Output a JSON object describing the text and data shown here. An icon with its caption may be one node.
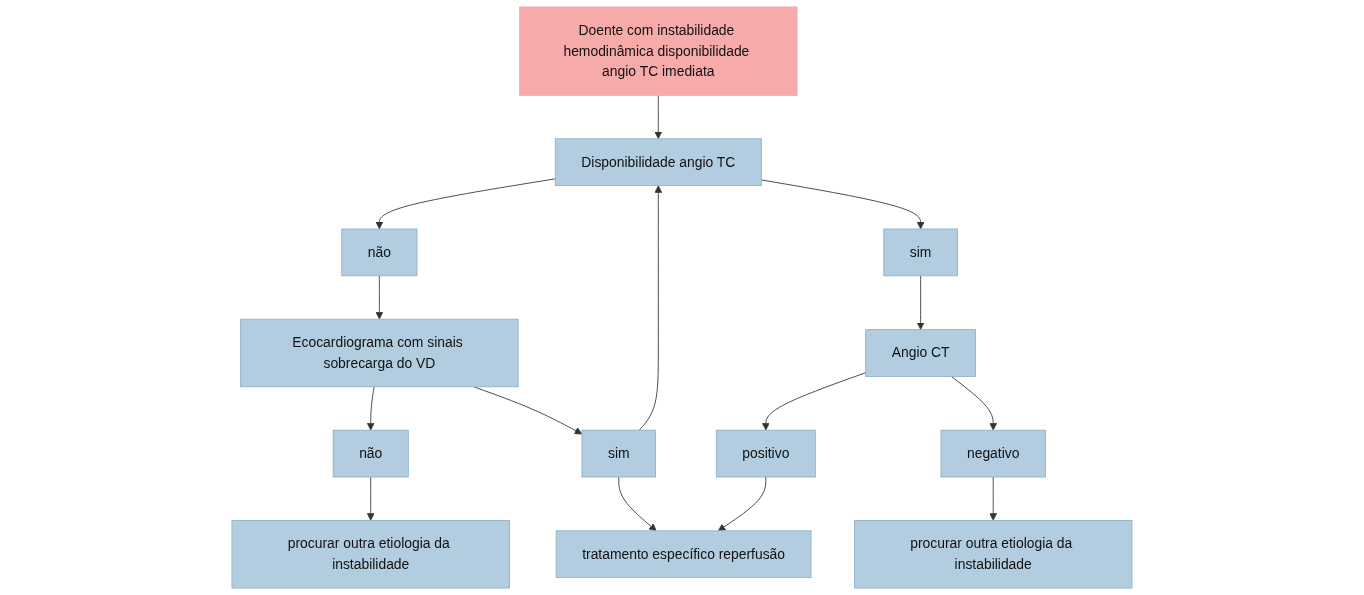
{
  "diagram": {
    "nodes": [
      {
        "text": [
          "Doente com instabilidade hemodinâmica disponibilidade angio TC imediata"
        ]
      },
      {
        "text": [
          "Disponibilidade angio TC"
        ]
      },
      {
        "text": [
          "não"
        ]
      },
      {
        "text": [
          "sim"
        ]
      },
      {
        "text": [
          "Ecocardiograma com sinais sobrecarga do VD"
        ]
      },
      {
        "text": [
          "Angio CT"
        ]
      },
      {
        "text": [
          "não"
        ]
      },
      {
        "text": [
          "sim"
        ]
      },
      {
        "text": [
          "positivo"
        ]
      },
      {
        "text": [
          "negativo"
        ]
      },
      {
        "text": [
          "procurar outra etiologia da instabilidade"
        ]
      },
      {
        "text": [
          "tratamento específico reperfusão"
        ]
      },
      {
        "text": [
          "procurar outra etiologia da instabilidade"
        ]
      }
    ],
    "edges": [
      {
        "from": 0,
        "to": 1,
        "arrow": "to"
      },
      {
        "from": 1,
        "to": 2,
        "arrow": "to"
      },
      {
        "from": 1,
        "to": 3,
        "arrow": "to"
      },
      {
        "from": 2,
        "to": 4,
        "arrow": "to"
      },
      {
        "from": 3,
        "to": 5,
        "arrow": "to"
      },
      {
        "from": 4,
        "to": 6,
        "arrow": "to"
      },
      {
        "from": 4,
        "to": 7,
        "arrow": "to"
      },
      {
        "from": 7,
        "to": 1,
        "arrow": "to"
      },
      {
        "from": 5,
        "to": 8,
        "arrow": "to"
      },
      {
        "from": 5,
        "to": 9,
        "arrow": "to"
      },
      {
        "from": 6,
        "to": 10,
        "arrow": "to"
      },
      {
        "from": 7,
        "to": 11,
        "arrow": "to"
      },
      {
        "from": 8,
        "to": 11,
        "arrow": "to"
      },
      {
        "from": 9,
        "to": 12,
        "arrow": "to"
      }
    ]
  }
}
